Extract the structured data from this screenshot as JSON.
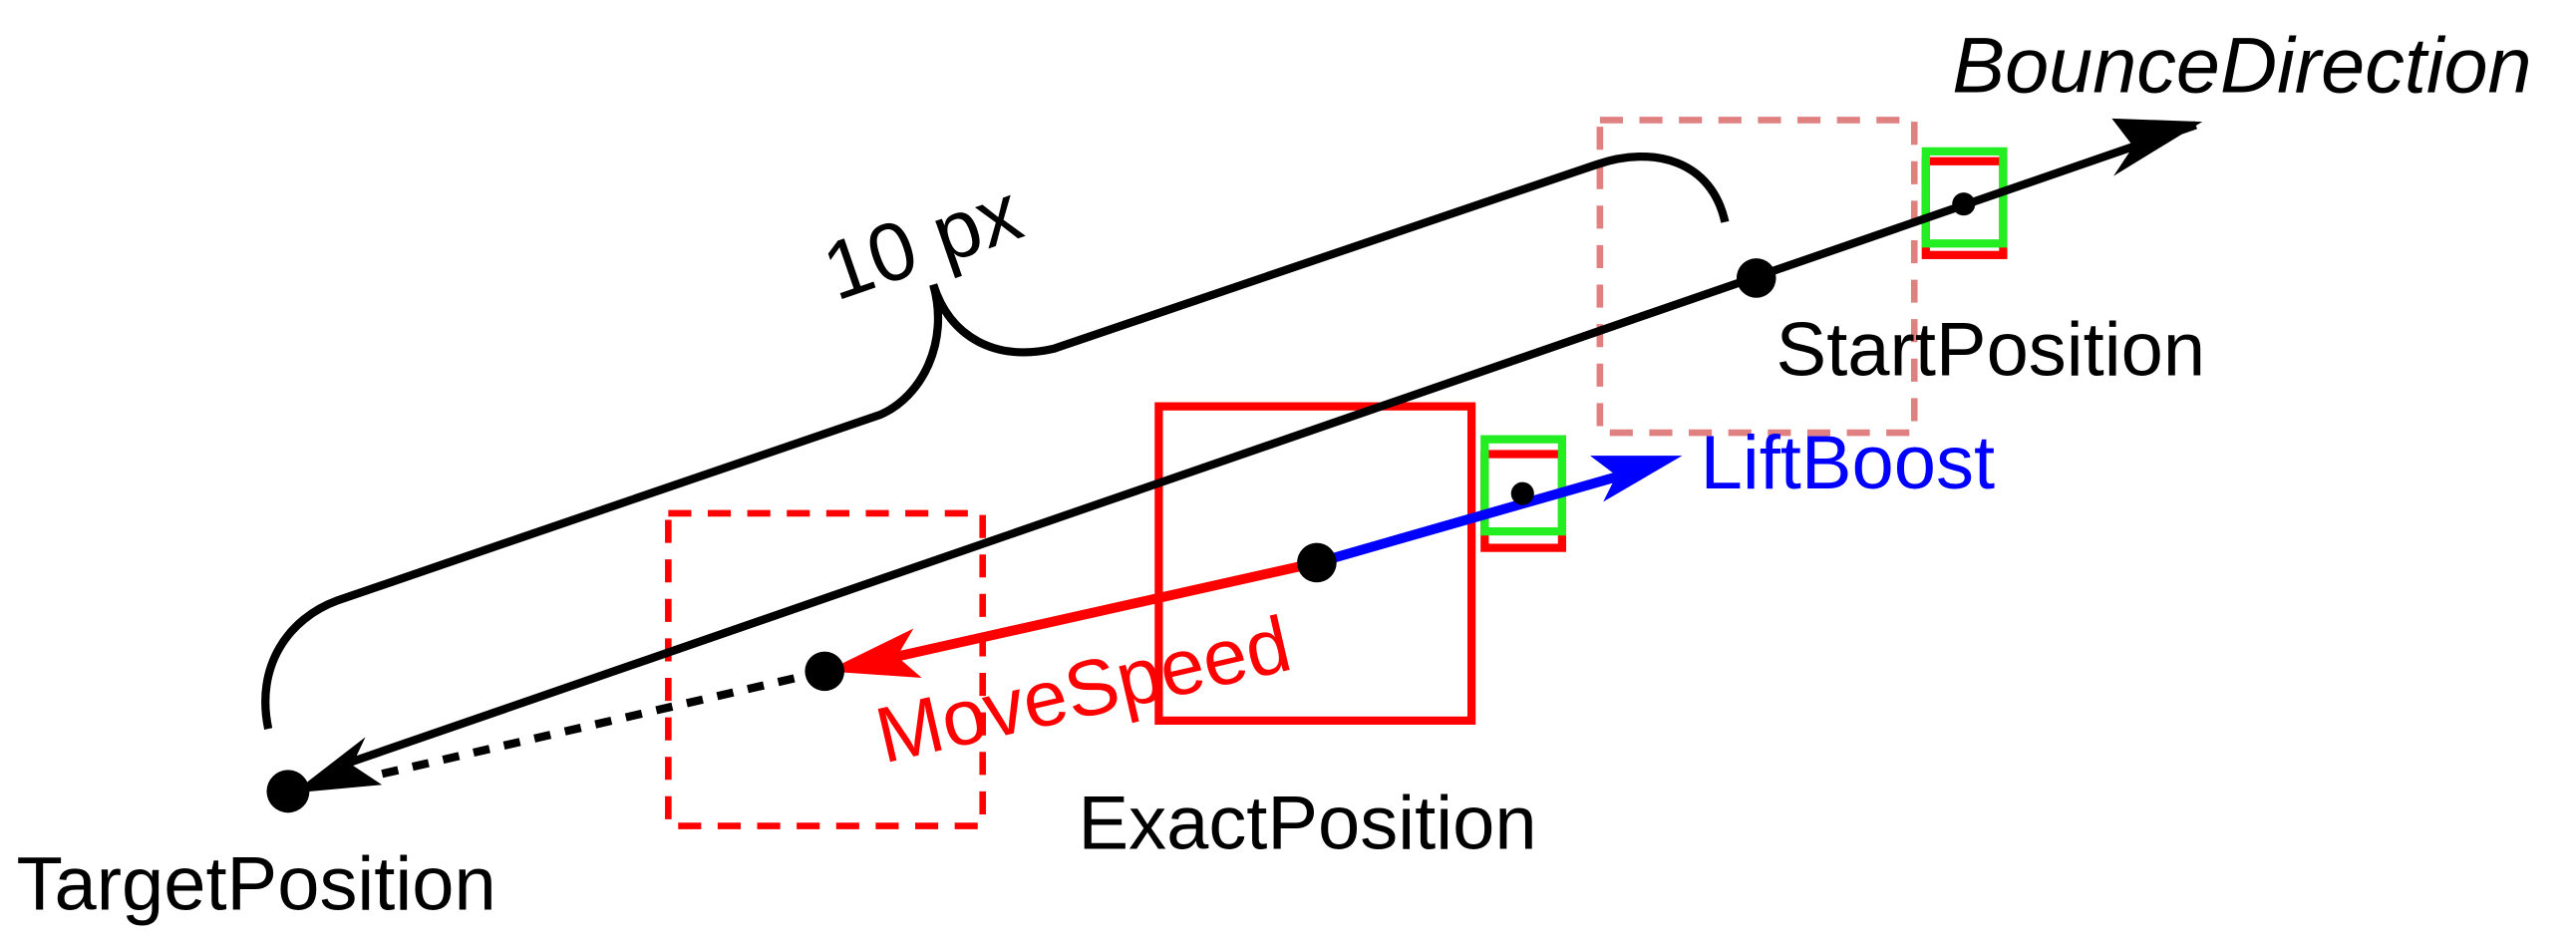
{
  "labels": {
    "bounce_direction": "BounceDirection",
    "distance": "10 px",
    "start_position": "StartPosition",
    "lift_boost": "LiftBoost",
    "move_speed": "MoveSpeed",
    "exact_position": "ExactPosition",
    "target_position": "TargetPosition"
  },
  "colors": {
    "main": "#000000",
    "move_speed": "#ff0000",
    "lift_boost": "#0000ff",
    "probe_box": "#00ff00",
    "start_box": "#e08080",
    "exact_box": "#ff0000"
  }
}
